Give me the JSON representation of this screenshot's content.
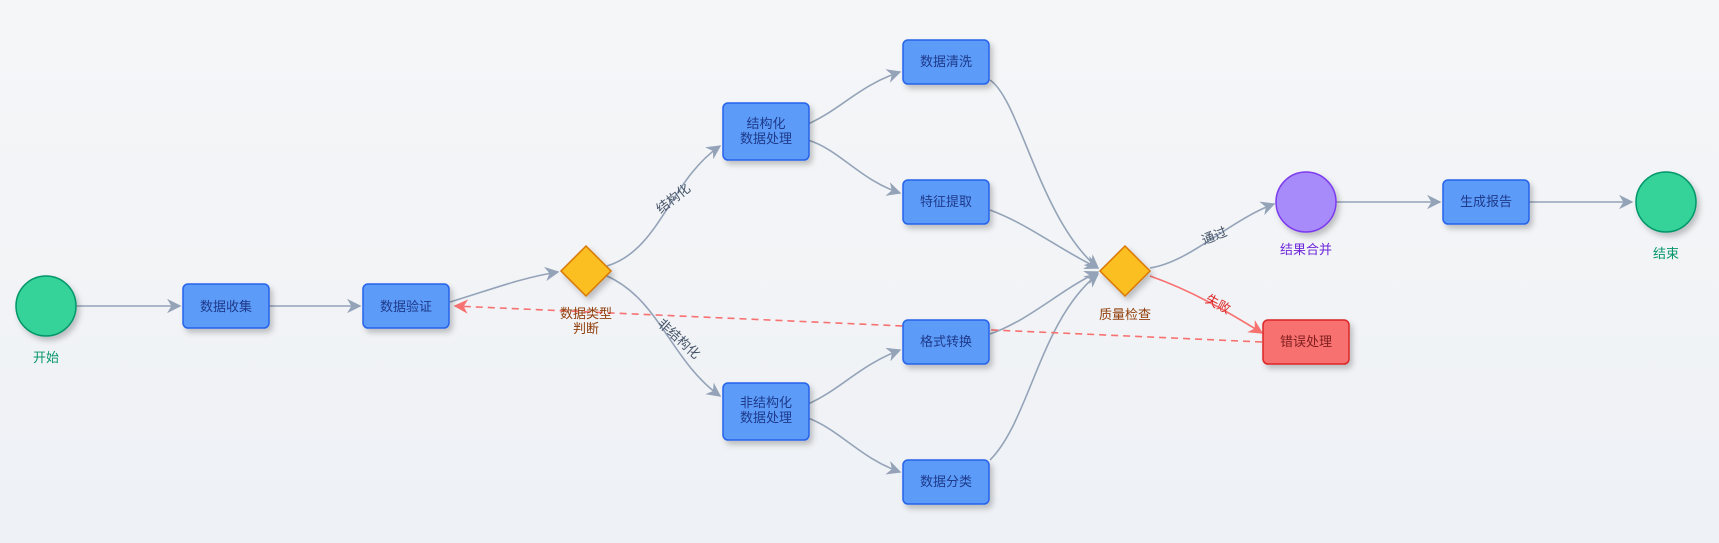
{
  "colors": {
    "process_fill": "#5b9bf8",
    "process_stroke": "#2563eb",
    "process_text": "#1e3a8a",
    "start_fill": "#34d399",
    "start_stroke": "#059669",
    "start_text": "#059669",
    "decision_fill": "#fbbf24",
    "decision_stroke": "#d97706",
    "decision_text": "#92400e",
    "merge_fill": "#a78bfa",
    "merge_stroke": "#7c3aed",
    "merge_text": "#6d28d9",
    "error_fill": "#f87171",
    "error_stroke": "#dc2626",
    "error_text": "#7f1d1d",
    "edge": "#94a3b8",
    "edge_fail": "#f87171",
    "edge_label": "#475569",
    "edge_fail_label": "#dc2626"
  },
  "nodes": {
    "start": "开始",
    "collect": "数据收集",
    "validate": "数据验证",
    "type_decision": [
      "数据类型",
      "判断"
    ],
    "structured": [
      "结构化",
      "数据处理"
    ],
    "unstructured": [
      "非结构化",
      "数据处理"
    ],
    "clean": "数据清洗",
    "features": "特征提取",
    "convert": "格式转换",
    "classify": "数据分类",
    "quality": "质量检查",
    "merge": "结果合并",
    "error": "错误处理",
    "report": "生成报告",
    "end": "结束"
  },
  "edges": {
    "structured_label": "结构化",
    "unstructured_label": "非结构化",
    "pass_label": "通过",
    "fail_label": "失败"
  }
}
